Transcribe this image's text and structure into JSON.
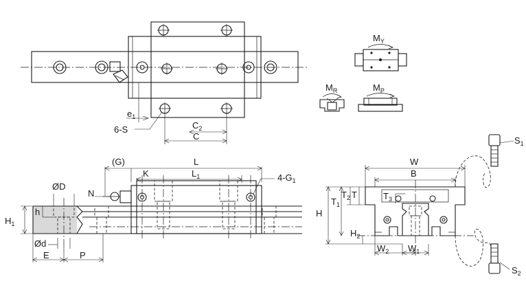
{
  "labels": {
    "e1": {
      "main": "e",
      "sub": "1"
    },
    "six_s": "6-S",
    "c2": {
      "main": "C",
      "sub": "2"
    },
    "c": "C",
    "my": {
      "main": "M",
      "sub": "Y"
    },
    "mr": {
      "main": "M",
      "sub": "R"
    },
    "mp": {
      "main": "M",
      "sub": "P"
    },
    "g": "(G)",
    "l": "L",
    "k": "K",
    "l1": {
      "main": "L",
      "sub": "1"
    },
    "four_g1": {
      "main": "4-G",
      "sub": "1"
    },
    "n": "N",
    "od": "ØD",
    "h_small": "h",
    "h1": {
      "main": "H",
      "sub": "1"
    },
    "od_small": "Ød",
    "e": "E",
    "p": "P",
    "w": "W",
    "b": "B",
    "t2": {
      "main": "T",
      "sub": "2"
    },
    "t": "T",
    "t1": {
      "main": "T",
      "sub": "1"
    },
    "t3": {
      "main": "T",
      "sub": "3"
    },
    "h": "H",
    "h2": {
      "main": "H",
      "sub": "2"
    },
    "w2": {
      "main": "W",
      "sub": "2"
    },
    "w1": {
      "main": "W",
      "sub": "1"
    },
    "s1": {
      "main": "S",
      "sub": "1"
    },
    "s2": {
      "main": "S",
      "sub": "2"
    }
  },
  "colors": {
    "line": "#1a1a1a",
    "rail_section_fill": "#d9d9d9",
    "background": "#ffffff"
  }
}
